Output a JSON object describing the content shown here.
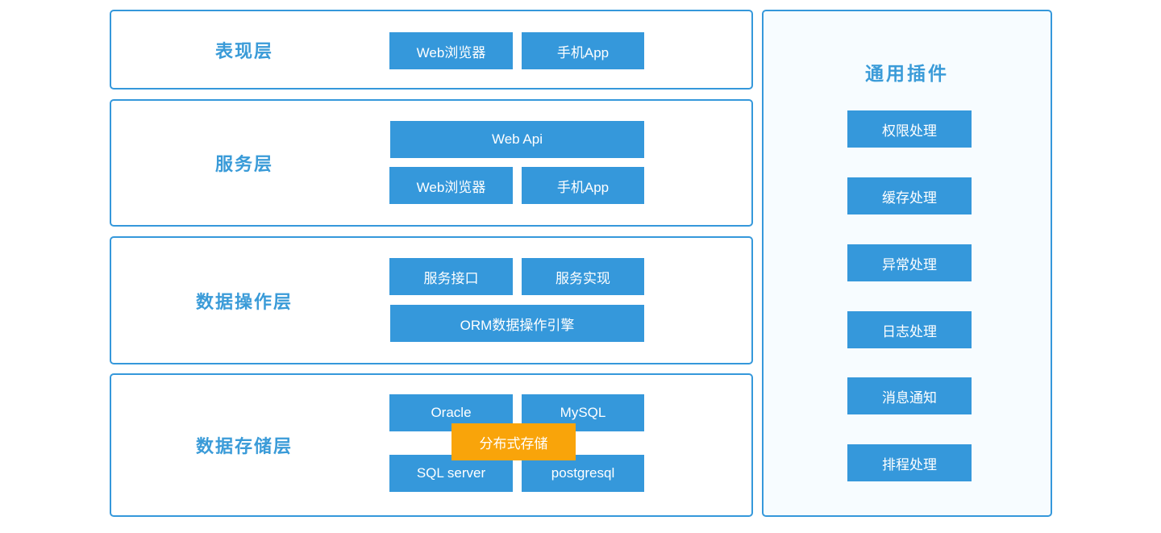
{
  "colors": {
    "node_blue": "#3598db",
    "panel_border_blue": "#3598db",
    "title_text_blue": "#3a9bd8",
    "overlay_orange": "#f9a40a",
    "plugins_panel_bg": "#f7fcff",
    "node_text": "#ffffff",
    "page_bg": "#ffffff"
  },
  "layers": [
    {
      "title": "表现层",
      "rows": [
        {
          "buttons": [
            {
              "label": "Web浏览器"
            },
            {
              "label": "手机App"
            }
          ]
        }
      ]
    },
    {
      "title": "服务层",
      "rows": [
        {
          "buttons": [
            {
              "label": "Web Api"
            }
          ]
        },
        {
          "buttons": [
            {
              "label": "Web浏览器"
            },
            {
              "label": "手机App"
            }
          ]
        }
      ]
    },
    {
      "title": "数据操作层",
      "rows": [
        {
          "buttons": [
            {
              "label": "服务接口"
            },
            {
              "label": "服务实现"
            }
          ]
        },
        {
          "buttons": [
            {
              "label": "ORM数据操作引擎"
            }
          ]
        }
      ]
    },
    {
      "title": "数据存储层",
      "rows": [
        {
          "buttons": [
            {
              "label": "Oracle"
            },
            {
              "label": "MySQL"
            }
          ]
        },
        {
          "buttons": [
            {
              "label": "SQL server"
            },
            {
              "label": "postgresql"
            }
          ]
        }
      ],
      "overlay_button": {
        "label": "分布式存储"
      }
    }
  ],
  "plugins_panel": {
    "title": "通用插件",
    "buttons": [
      "权限处理",
      "缓存处理",
      "异常处理",
      "日志处理",
      "消息通知",
      "排程处理"
    ]
  }
}
